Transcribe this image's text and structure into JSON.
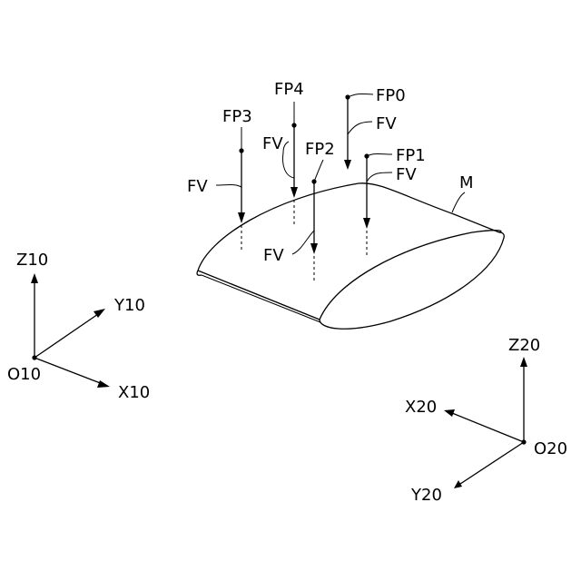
{
  "labels": {
    "fp0": "FP0",
    "fp1": "FP1",
    "fp2": "FP2",
    "fp3": "FP3",
    "fp4": "FP4",
    "fv": "FV",
    "model": "M"
  },
  "coord_left": {
    "origin": "O10",
    "x": "X10",
    "y": "Y10",
    "z": "Z10"
  },
  "coord_right": {
    "origin": "O20",
    "x": "X20",
    "y": "Y20",
    "z": "Z20"
  }
}
